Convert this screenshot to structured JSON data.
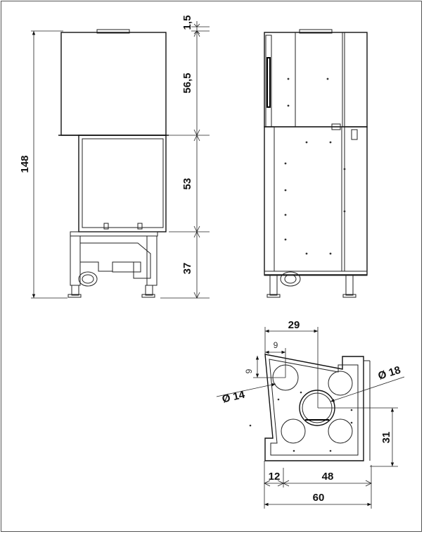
{
  "front_view": {
    "total_height": "148",
    "dim_top": "1,5",
    "dim_upper": "56,5",
    "dim_door": "53",
    "dim_base": "37"
  },
  "plan_view": {
    "dim_29": "29",
    "dim_9_h": "9",
    "dim_9_v": "9",
    "dim_d14": "Ø 14",
    "dim_d18": "Ø 18",
    "dim_31": "31",
    "dim_12": "12",
    "dim_48": "48",
    "dim_60": "60"
  }
}
